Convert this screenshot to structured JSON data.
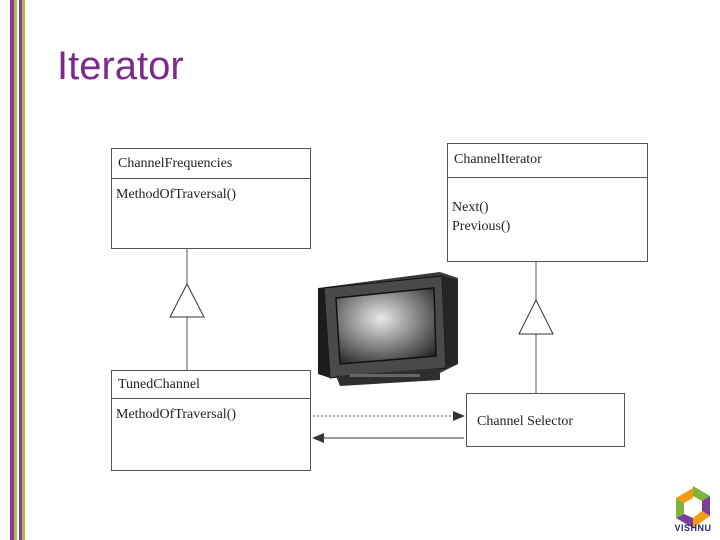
{
  "slide": {
    "title": "Iterator"
  },
  "colors": {
    "stripe_purple": "#8e3a9e",
    "stripe_green": "#a6c23a",
    "title": "#7b2a8c",
    "logo_green": "#7cb53a",
    "logo_purple": "#7b3f98",
    "logo_orange": "#f39c12"
  },
  "diagram": {
    "channel_frequencies": {
      "name": "ChannelFrequencies",
      "operations": [
        "MethodOfTraversal()"
      ]
    },
    "channel_iterator": {
      "name": "ChannelIterator",
      "operations": [
        "Next()",
        "Previous()"
      ]
    },
    "tuned_channel": {
      "name": "TunedChannel",
      "operations": [
        "MethodOfTraversal()"
      ]
    },
    "channel_selector": {
      "name": "Channel Selector"
    },
    "illustration": "television"
  },
  "logo": {
    "text": "VISHNU"
  }
}
